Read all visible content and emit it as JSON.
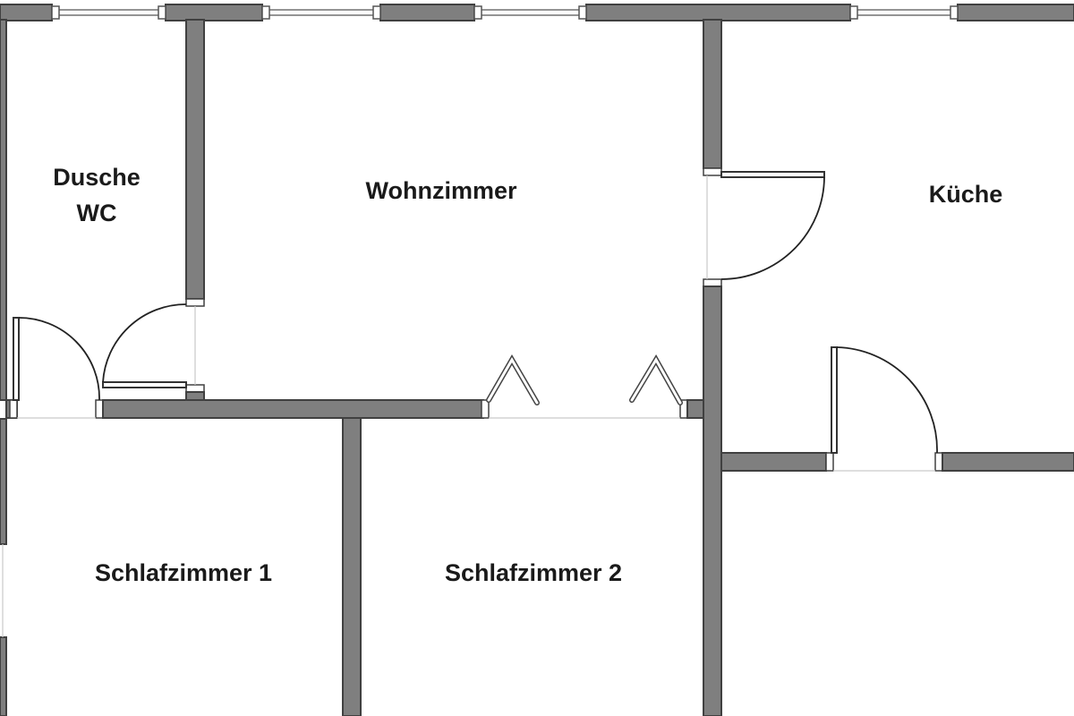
{
  "rooms": {
    "bath_line1": "Dusche",
    "bath_line2": "WC",
    "living": "Wohnzimmer",
    "kitchen": "Küche",
    "bedroom1": "Schlafzimmer 1",
    "bedroom2": "Schlafzimmer 2"
  },
  "colors": {
    "wall": "#7f7f7f",
    "background": "#ffffff",
    "text": "#1a1a1a"
  }
}
